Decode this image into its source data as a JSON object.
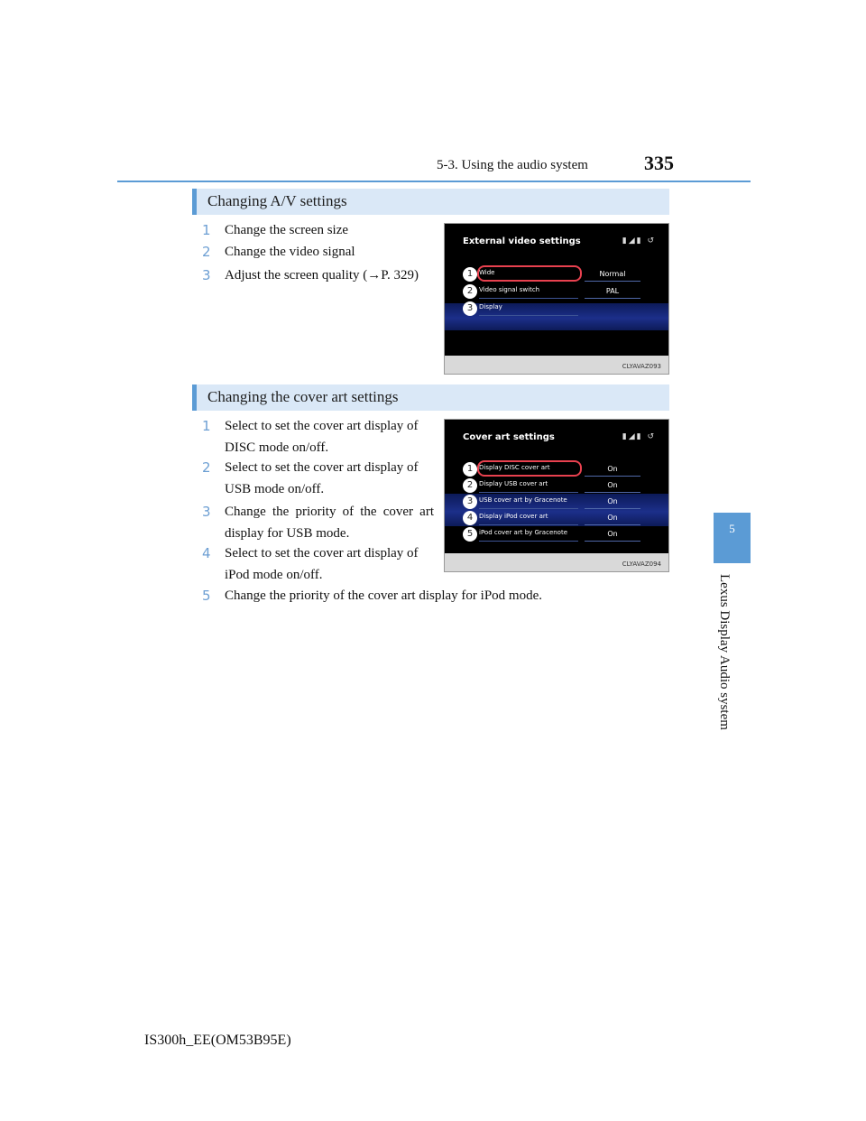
{
  "header": {
    "section": "5-3. Using the audio system",
    "page_number": "335"
  },
  "side_tab": {
    "chapter_number": "5",
    "chapter_title": "Lexus Display Audio system"
  },
  "av_settings": {
    "heading": "Changing A/V settings",
    "items": [
      {
        "num": "1",
        "text": "Change the screen size"
      },
      {
        "num": "2",
        "text": "Change the video signal"
      },
      {
        "num": "3",
        "text": "Adjust the screen quality (→P. 329)"
      }
    ],
    "screen": {
      "title": "External video settings",
      "status": "▮◢▮ ↺",
      "rows": [
        {
          "num": "1",
          "label": "Wide",
          "value": "Normal"
        },
        {
          "num": "2",
          "label": "Video signal switch",
          "value": "PAL"
        },
        {
          "num": "3",
          "label": "Display",
          "value": ""
        }
      ],
      "code": "CLYAVAZ093"
    }
  },
  "cover_art": {
    "heading": "Changing the cover art settings",
    "items": [
      {
        "num": "1",
        "text": "Select to set the cover art display of DISC mode on/off."
      },
      {
        "num": "2",
        "text": "Select to set the cover art display of USB mode on/off."
      },
      {
        "num": "3",
        "text": "Change the priority of the cover art display for USB mode."
      },
      {
        "num": "4",
        "text": "Select to set the cover art display of iPod mode on/off."
      },
      {
        "num": "5",
        "text": "Change the priority of the cover art display for iPod mode."
      }
    ],
    "screen": {
      "title": "Cover art settings",
      "status": "▮◢▮ ↺",
      "rows": [
        {
          "num": "1",
          "label": "Display DISC cover art",
          "value": "On"
        },
        {
          "num": "2",
          "label": "Display USB cover art",
          "value": "On"
        },
        {
          "num": "3",
          "label": "USB cover art by Gracenote",
          "value": "On"
        },
        {
          "num": "4",
          "label": "Display iPod cover art",
          "value": "On"
        },
        {
          "num": "5",
          "label": "iPod cover art by Gracenote",
          "value": "On"
        }
      ],
      "code": "CLYAVAZ094"
    }
  },
  "footer": {
    "model": "IS300h_EE(OM53B95E)"
  }
}
